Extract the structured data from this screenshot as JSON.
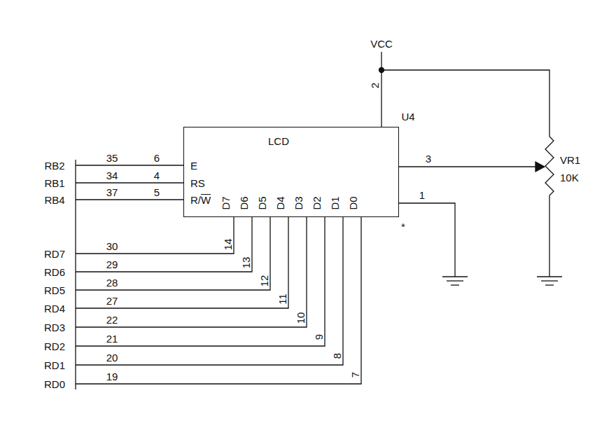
{
  "diagram": {
    "nodes": [
      {
        "text": [
          "LCD",
          "U4"
        ]
      }
    ],
    "labels": [
      "RB2",
      "RB1",
      "RB4",
      "35",
      "6",
      "34",
      "4",
      "37",
      "5",
      "E",
      "RS",
      "R/W",
      "D7",
      "D6",
      "D5",
      "D4",
      "D3",
      "D2",
      "D1",
      "D0",
      "14",
      "13",
      "12",
      "11",
      "10",
      "9",
      "8",
      "7",
      "RD7",
      "RD6",
      "RD5",
      "RD4",
      "RD3",
      "RD2",
      "RD1",
      "RD0",
      "30",
      "29",
      "28",
      "27",
      "22",
      "21",
      "20",
      "19",
      "VCC",
      "2",
      "3",
      "1",
      "VR1",
      "10K",
      "*"
    ]
  }
}
